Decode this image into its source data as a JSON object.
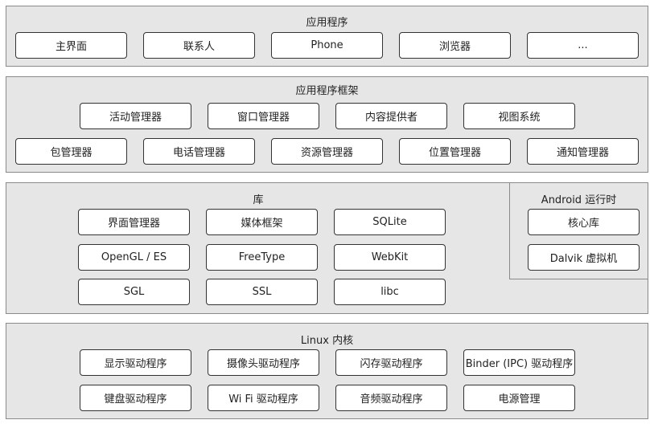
{
  "layers": {
    "applications": {
      "title": "应用程序",
      "items": [
        "主界面",
        "联系人",
        "Phone",
        "浏览器",
        "..."
      ]
    },
    "framework": {
      "title": "应用程序框架",
      "row1": [
        "活动管理器",
        "窗口管理器",
        "内容提供者",
        "视图系统"
      ],
      "row2": [
        "包管理器",
        "电话管理器",
        "资源管理器",
        "位置管理器",
        "通知管理器"
      ]
    },
    "libraries": {
      "title": "库",
      "rows": [
        [
          "界面管理器",
          "媒体框架",
          "SQLite"
        ],
        [
          "OpenGL / ES",
          "FreeType",
          "WebKit"
        ],
        [
          "SGL",
          "SSL",
          "libc"
        ]
      ]
    },
    "runtime": {
      "title": "Android 运行时",
      "items": [
        "核心库",
        "Dalvik 虚拟机"
      ]
    },
    "kernel": {
      "title": "Linux 内核",
      "row1": [
        "显示驱动程序",
        "摄像头驱动程序",
        "闪存驱动程序",
        "Binder (IPC) 驱动程序"
      ],
      "row2": [
        "键盘驱动程序",
        "Wi Fi 驱动程序",
        "音频驱动程序",
        "电源管理"
      ]
    }
  }
}
